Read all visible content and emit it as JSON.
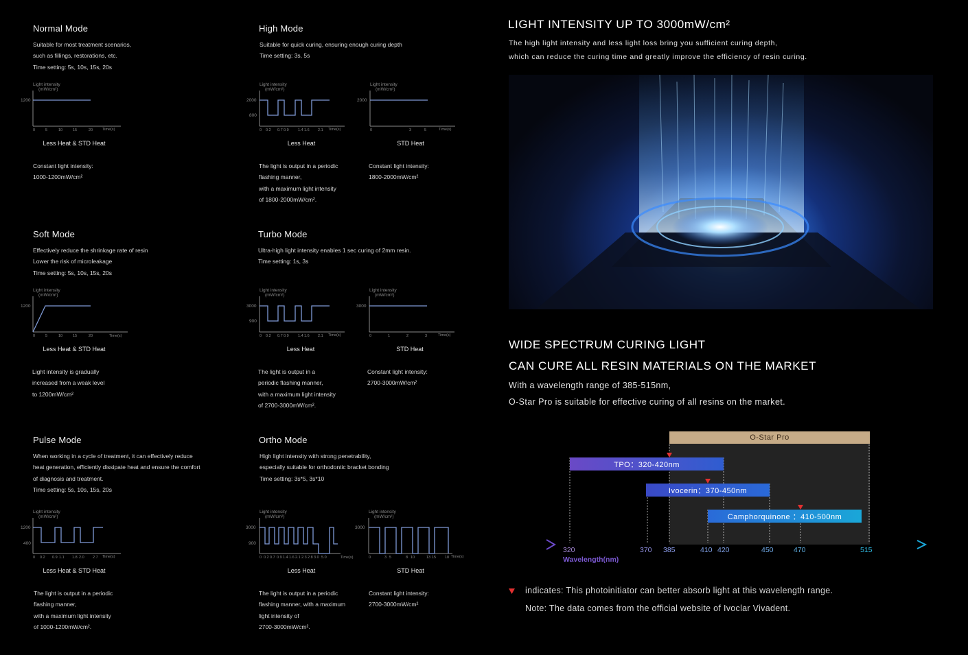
{
  "modes": {
    "normal": {
      "title": "Normal Mode",
      "desc": [
        "Suitable for most treatment scenarios,",
        "such as fillings, restorations, etc.",
        "Time setting: 5s, 10s, 15s, 20s"
      ],
      "chart": {
        "y_title1": "Light intensity",
        "y_title2": "(mW/cm²)",
        "y_ticks": [
          "1200"
        ],
        "x_ticks": [
          "0",
          "5",
          "10",
          "15",
          "20"
        ],
        "x_title": "Time(s)"
      },
      "caption": "Less Heat & STD Heat",
      "note": [
        "Constant light intensity:",
        "1000-1200mW/cm²"
      ]
    },
    "high": {
      "title": "High Mode",
      "desc": [
        "Suitable for quick curing, ensuring enough curing depth",
        "Time setting: 3s, 5s"
      ],
      "chart1": {
        "y_title1": "Light intensity",
        "y_title2": "(mW/cm²)",
        "y_ticks": [
          "2000",
          "800"
        ],
        "x_ticks": [
          "0",
          "0.2",
          "0.7",
          "0.9",
          "1.4",
          "1.6",
          "2.1"
        ],
        "x_title": "Time(s)"
      },
      "chart2": {
        "y_title1": "Light intensity",
        "y_title2": "(mW/cm²)",
        "y_ticks": [
          "2000"
        ],
        "x_ticks": [
          "0",
          "3",
          "5"
        ],
        "x_title": "Time(s)"
      },
      "caption1": "Less Heat",
      "caption2": "STD Heat",
      "note1": [
        "The light is output in a periodic",
        " flashing manner,",
        "with a maximum light intensity",
        "of 1800-2000mW/cm²."
      ],
      "note2": [
        "Constant light intensity:",
        "1800-2000mW/cm²"
      ]
    },
    "soft": {
      "title": "Soft Mode",
      "desc": [
        "Effectively reduce the shrinkage rate of resin",
        "Lower the risk of microleakage",
        "Time setting: 5s, 10s, 15s, 20s"
      ],
      "chart": {
        "y_title1": "Light intensity",
        "y_title2": "(mW/cm²)",
        "y_ticks": [
          "1200"
        ],
        "x_ticks": [
          "0",
          "5",
          "10",
          "15",
          "20"
        ],
        "x_title": "Time(s)"
      },
      "caption": "Less Heat & STD Heat",
      "note": [
        "Light intensity is gradually",
        "increased from a weak level",
        "to 1200mW/cm²"
      ]
    },
    "turbo": {
      "title": "Turbo Mode",
      "desc": [
        "Ultra-high light intensity enables 1 sec curing of 2mm resin.",
        "Time setting: 1s, 3s"
      ],
      "chart1": {
        "y_title1": "Light intensity",
        "y_title2": "(mW/cm²)",
        "y_ticks": [
          "3000",
          "900"
        ],
        "x_ticks": [
          "0",
          "0.2",
          "0.7",
          "0.9",
          "1.4",
          "1.6",
          "2.1"
        ],
        "x_title": "Time(s)"
      },
      "chart2": {
        "y_title1": "Light intensity",
        "y_title2": "(mW/cm²)",
        "y_ticks": [
          "3000"
        ],
        "x_ticks": [
          "0",
          "1",
          "2",
          "3"
        ],
        "x_title": "Time(s)"
      },
      "caption1": "Less Heat",
      "caption2": "STD Heat",
      "note1": [
        "The light is output in a",
        "periodic flashing manner,",
        "with a maximum light intensity",
        "of 2700-3000mW/cm²."
      ],
      "note2": [
        "Constant light intensity:",
        "2700-3000mW/cm²"
      ]
    },
    "pulse": {
      "title": "Pulse Mode",
      "desc": [
        "When working in a cycle of treatment, it can effectively reduce",
        "heat generation, efficiently dissipate heat and ensure the comfort",
        "of diagnosis and treatment.",
        "Time setting: 5s, 10s, 15s, 20s"
      ],
      "chart": {
        "y_title1": "Light intensity",
        "y_title2": "(mW/cm²)",
        "y_ticks": [
          "1200",
          "400"
        ],
        "x_ticks": [
          "0",
          "0.2",
          "0.9",
          "1.1",
          "1.8",
          "2.0",
          "2.7"
        ],
        "x_title": "Time(s)"
      },
      "caption": "Less Heat & STD Heat",
      "note": [
        "The light is output in a periodic",
        "flashing manner,",
        "with a maximum light intensity",
        "of 1000-1200mW/cm²."
      ]
    },
    "ortho": {
      "title": "Ortho Mode",
      "desc": [
        "High light intensity with strong penetrability,",
        "especially suitable for orthodontic bracket bonding",
        "Time setting: 3s*5, 3s*10"
      ],
      "chart1": {
        "y_title1": "Light intensity",
        "y_title2": "(mW/cm²)",
        "y_ticks": [
          "3000",
          "900"
        ],
        "x_ticks": [
          "0",
          "0.2",
          "0.7",
          "0.9",
          "1.4",
          "1.6",
          "2.1",
          "2.3",
          "2.8",
          "3.0",
          "5.0"
        ],
        "x_title": "Time(s)"
      },
      "chart2": {
        "y_title1": "Light intensity",
        "y_title2": "(mW/cm²)",
        "y_ticks": [
          "3000"
        ],
        "x_ticks": [
          "0",
          "3",
          "5",
          "8",
          "10",
          "13",
          "15",
          "18"
        ],
        "x_title": "Time(s)"
      },
      "caption1": "Less Heat",
      "caption2": "STD Heat",
      "note1": [
        "The light is output in a periodic",
        "flashing manner, with a maximum",
        "light intensity of",
        " 2700-3000mW/cm²."
      ],
      "note2": [
        "Constant light intensity:",
        "2700-3000mW/cm²"
      ]
    }
  },
  "intensity": {
    "heading": "LIGHT INTENSITY UP TO 3000mW/cm²",
    "lines": [
      "The high light intensity and less light loss bring you sufficient curing depth,",
      "which can reduce the curing time and greatly improve the efficiency of resin curing."
    ]
  },
  "spectrum": {
    "heading1": "WIDE SPECTRUM CURING LIGHT",
    "heading2": "CAN CURE ALL RESIN MATERIALS ON THE MARKET",
    "line1": "With a wavelength range of 385-515nm,",
    "line2": "O-Star Pro is suitable for effective curing of all resins on the market.",
    "device": "O-Star Pro",
    "bars": [
      "TPO：320-420nm",
      "Ivocerin：370-450nm",
      "Camphorquinone ：410-500nm"
    ],
    "axis_ticks": [
      "320",
      "370",
      "385",
      "410",
      "420",
      "450",
      "470",
      "515"
    ],
    "axis_title": "Wavelength(nm)",
    "legend": "indicates: This photoinitiator can better absorb light at this wavelength range.",
    "note": "Note: The data comes from the official website of Ivoclar Vivadent.",
    "colors": {
      "device": "#c6ab87",
      "tpo": "#6a49c6",
      "ivocerin": "#3256c6",
      "camphor": "#1aa7d8",
      "marker": "#e23030"
    }
  }
}
